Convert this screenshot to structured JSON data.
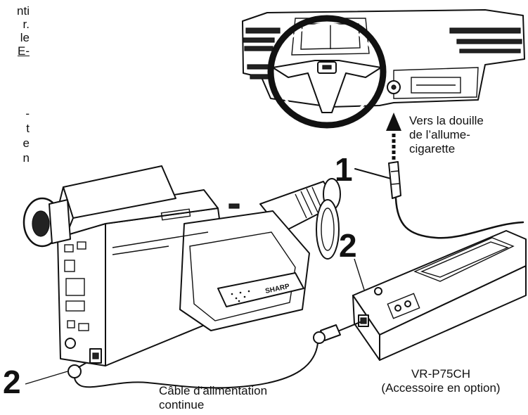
{
  "left_margin_fragments": [
    "nti",
    "r.",
    "le",
    "E-",
    "-",
    "t",
    "e",
    "n"
  ],
  "labels": {
    "lighter_socket": "Vers la douille\nde l’allume-\ncigarette",
    "cable": "Câble d’alimentation\ncontinue",
    "adapter": "VR-P75CH\n(Accessoire en option)",
    "camera_brand": "SHARP"
  },
  "callouts": {
    "one": "1",
    "two_adapter": "2",
    "two_camera": "2"
  }
}
